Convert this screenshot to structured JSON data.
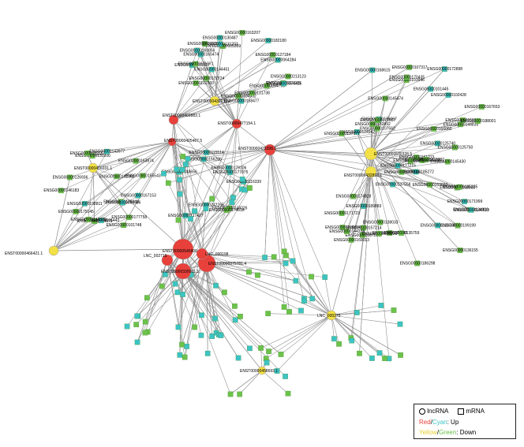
{
  "colors": {
    "edge": "#8c8c8c",
    "lnc_up": "#e8403a",
    "lnc_down": "#f2e045",
    "mrna_up": "#3cc4c4",
    "mrna_down": "#6cc24a"
  },
  "lncrna_hubs": [
    {
      "id": "ENSG00000230231.2",
      "label": "ENST00000430231.2",
      "regulation": "down"
    },
    {
      "id": "ENST00000469883.1",
      "label": "ENST00000469883.1",
      "regulation": "up"
    },
    {
      "id": "ENST00000425467.5",
      "label": "ENST00000425467.5",
      "regulation": "up"
    },
    {
      "id": "ENST00000477154.1",
      "label": "ENST00000477154.1",
      "regulation": "up"
    },
    {
      "id": "ENST00000423398.1",
      "label": "ENST00000423398.1",
      "regulation": "up"
    },
    {
      "id": "ENST00000416031.1",
      "label": "ENST00000416031.1",
      "regulation": "down"
    },
    {
      "id": "ENST00000530328.5",
      "label": "ENST00000530328.5",
      "regulation": "down"
    },
    {
      "id": "ENST00000432818.1",
      "label": "ENST00000432818.1",
      "regulation": "down"
    },
    {
      "id": "ENST00000466421.1",
      "label": "ENST00000466421.1",
      "regulation": "down"
    },
    {
      "id": "ENST00000545800.1",
      "label": "ENST00000545800.1",
      "regulation": "up"
    },
    {
      "id": "ENST00000330001.1",
      "label": "ENST00000330001.1",
      "regulation": "up"
    },
    {
      "id": "ENST00000375781.4",
      "label": "ENST00000375781.4",
      "regulation": "up"
    },
    {
      "id": "LNC_000198",
      "label": "LNC_000198",
      "regulation": "up"
    },
    {
      "id": "LNC_002715",
      "label": "LNC_002715",
      "regulation": "up"
    },
    {
      "id": "LNC_000275",
      "label": "LNC_000275",
      "regulation": "down"
    },
    {
      "id": "ENST00000458693.1",
      "label": "ENST00000458693.1",
      "regulation": "down"
    }
  ],
  "mrna_labels": [
    "ENSG00000181617",
    "ENSG00000104332",
    "ENSG00000112025",
    "ENSG00000172724",
    "ENSG00000005369",
    "ENSG00000158477",
    "ENSG00000160856",
    "ENSG00000213123",
    "ENSG00000094796",
    "ENSG00000131738",
    "ENSG00000130487",
    "ENSG00000064284",
    "ENSG00000165474",
    "ENSG00000163207",
    "ENSG00000074416",
    "ENSG00000182180",
    "ENSG00000163951",
    "ENSG00000131203",
    "ENSG00000144451",
    "ENSG00000102760",
    "ENSG00000127184",
    "ENSG00000171071",
    "ENSG00000124942",
    "ENSG00000185272",
    "ENSG00000070019",
    "ENSG00000167653",
    "ENSG00000107317",
    "ENSG00000144833",
    "ENSG00000108408",
    "ENSG00000103946",
    "ENSG00000150337",
    "ENSG00000107562",
    "ENSG00000137077",
    "ENSG00000182892",
    "ENSG00000102428",
    "ENSG00000145430",
    "ENSG00000168615",
    "ENSG00000101445",
    "ENSG00000166060",
    "ENSG00000172898",
    "ENSG00000176067",
    "ENSG00000171007",
    "ENSG00000161273",
    "ENSG00000125740",
    "ENSG00000145474",
    "ENSG00000125750",
    "ENSG00000188001",
    "ENSG00000170435",
    "ENSG00000177215",
    "ENSG00000123445",
    "ENSG00000120738",
    "ENSG00000135759",
    "ENSG00000157214",
    "ENSG00000168000",
    "ENSG00000136155",
    "ENSG00000171723",
    "ENSG00000108004",
    "ENSG00000087806",
    "ENSG00000223387",
    "ENSG00000124000",
    "ENSG00000138033",
    "ENSG00000174828",
    "ENSG00000107306",
    "ENSG00000144333",
    "ENSG00000199199",
    "ENSG00000140519",
    "ENSG00000137558",
    "ENSG00000189883",
    "ENSG00000171999",
    "ENSG00000123223",
    "ENSG00000186298",
    "ENSG00000185235",
    "ENSG00000153033",
    "ENSG00000160013",
    "ENSG00000178448",
    "ENSG00000104879",
    "ENSG00000198811",
    "ENSG00000130206",
    "ENSG00000182882",
    "ENSG00000101443",
    "ENSG00000177758",
    "ENSG00000167153",
    "ENSG00000175145",
    "ENSG00000146183",
    "ENSG00000163874",
    "ENSG00000155543",
    "ENSG00000091536",
    "ENSG00000159167",
    "ENSG00000162370",
    "ENSG00000101748",
    "ENSG00000143977",
    "ENSG00000126936",
    "ENSG00000116339",
    "ENSG00000117427",
    "ENSG00000149226",
    "ENSG00000156286",
    "ENSG00000148656",
    "ENSG00000174618",
    "ENSG00000115514",
    "ENSG00000179106",
    "ENSG00000177075",
    "ENSG00000242265"
  ],
  "legend": {
    "lncrna": "lncRNA",
    "mrna": "mRNA",
    "up_red": "Red",
    "up_slash": "/",
    "up_cyan": "Cyan",
    "up_suffix": ": Up",
    "down_yellow": "Yellow",
    "down_slash": "/",
    "down_green": "Green",
    "down_suffix": ": Down",
    "red_color": "#e8403a",
    "cyan_color": "#3cc4c4",
    "yellow_color": "#e6cf2e",
    "green_color": "#6cc24a"
  }
}
